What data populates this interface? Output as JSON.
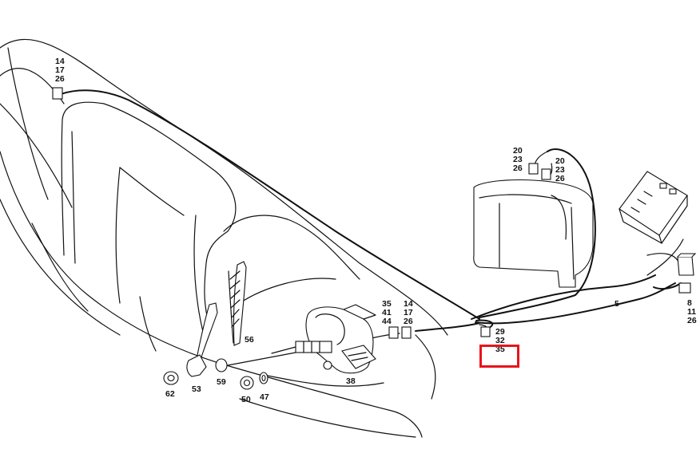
{
  "labels": {
    "l_14_17_26_a": [
      "14",
      "17",
      "26"
    ],
    "l_20_23_26_a": [
      "20",
      "23",
      "26"
    ],
    "l_20_23_26_b": [
      "20",
      "23",
      "26"
    ],
    "l_35_41_44": [
      "35",
      "41",
      "44"
    ],
    "l_14_17_26_b": [
      "14",
      "17",
      "26"
    ],
    "l_29_32_35": [
      "29",
      "32",
      "35"
    ],
    "l_8_11_26": [
      "8",
      "11",
      "26"
    ],
    "p5": "5",
    "p56": "56",
    "p38": "38",
    "p62": "62",
    "p53": "53",
    "p59": "59",
    "p50": "50",
    "p47": "47"
  },
  "highlight": {
    "color": "#e8131b",
    "target": "l_29_32_35"
  }
}
